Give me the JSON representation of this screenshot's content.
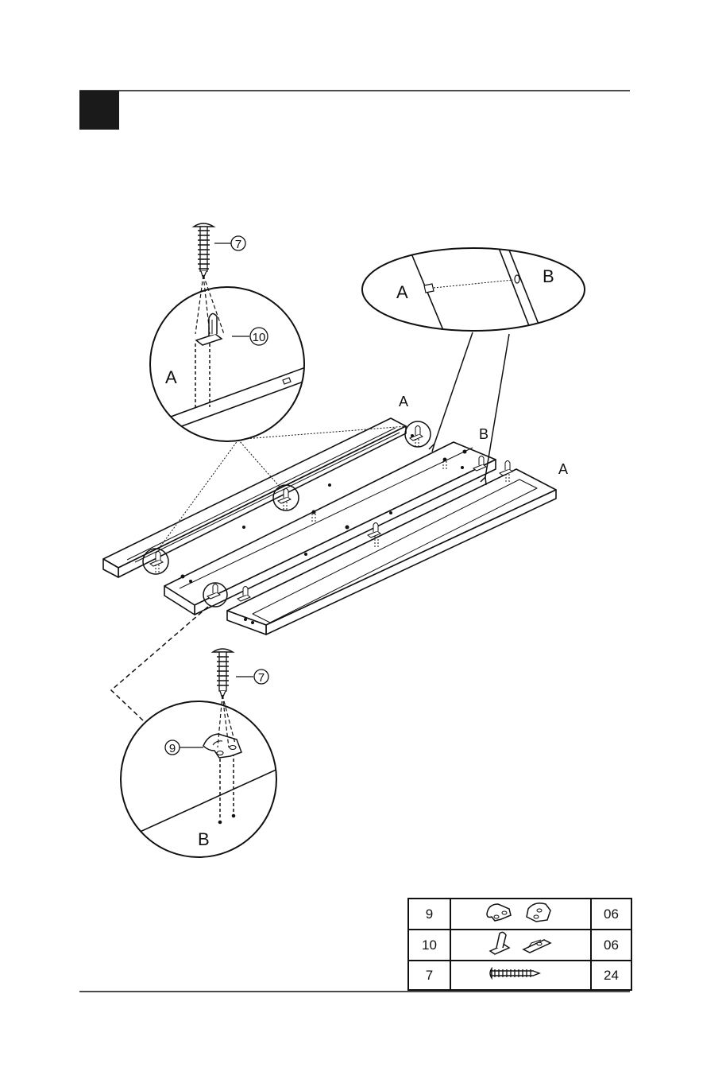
{
  "colors": {
    "ink": "#111111",
    "paper": "#ffffff",
    "step_box": "#1a1a1a"
  },
  "callouts": {
    "top_screw": "7",
    "top_bracket": "10",
    "bottom_screw": "7",
    "bottom_bracket": "9"
  },
  "panel_labels": {
    "top_circle": "A",
    "bottom_circle": "B",
    "ellipse_left": "A",
    "ellipse_right": "B",
    "rail_left": "A",
    "rail_middle": "B",
    "rail_right": "A"
  },
  "parts": [
    {
      "number": "9",
      "icon": "corner-bracket-pair-icon",
      "qty": "06"
    },
    {
      "number": "10",
      "icon": "angle-bracket-pair-icon",
      "qty": "06"
    },
    {
      "number": "7",
      "icon": "wood-screw-icon",
      "qty": "24"
    }
  ]
}
